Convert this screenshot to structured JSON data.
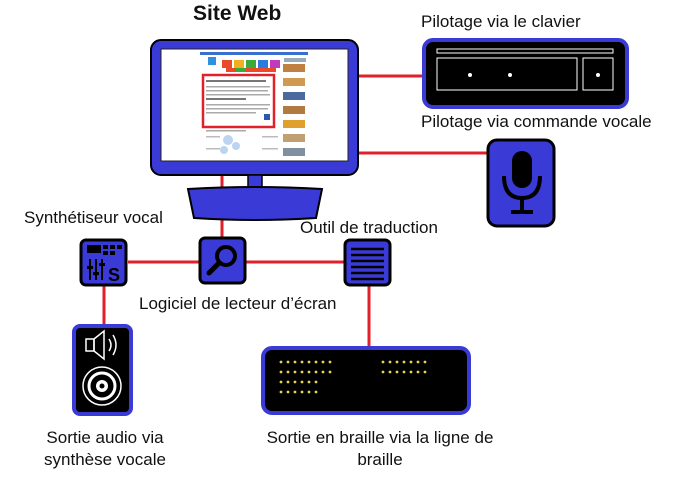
{
  "title": "Site Web",
  "labels": {
    "keyboard": "Pilotage via le clavier",
    "voice_command": "Pilotage via commande vocale",
    "synth": "Synthétiseur vocal",
    "translation": "Outil de traduction",
    "screen_reader": "Logiciel de lecteur d’écran",
    "audio_output_line1": "Sortie audio via",
    "audio_output_line2": "synthèse vocale",
    "braille_output_line1": "Sortie en braille via la ligne de",
    "braille_output_line2": "braille"
  },
  "colors": {
    "device_blue": "#3a3ad6",
    "device_dark": "#000000",
    "connector_red": "#e0202a",
    "highlight_red": "#e0202a",
    "braille_dot": "#e8d44a"
  },
  "icons": {
    "monitor": "monitor-icon",
    "keyboard": "keyboard-icon",
    "microphone": "microphone-icon",
    "synthesizer": "synthesizer-icon",
    "magnifier": "magnifier-icon",
    "translation": "document-lines-icon",
    "speaker": "speaker-icon",
    "braille_display": "braille-display-icon"
  }
}
